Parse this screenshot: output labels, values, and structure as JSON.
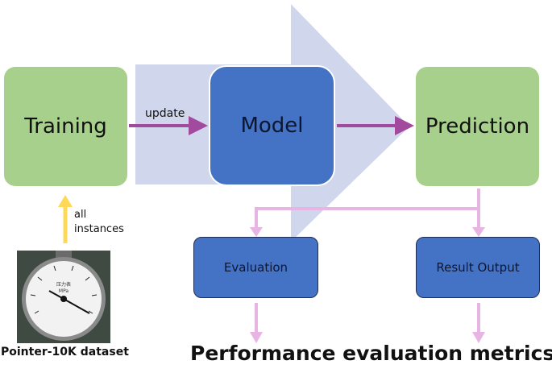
{
  "nodes": {
    "training": "Training",
    "model": "Model",
    "prediction": "Prediction",
    "evaluation": "Evaluation",
    "result_output": "Result Output"
  },
  "edges": {
    "update": "update",
    "all_instances_1": "all",
    "all_instances_2": "instances"
  },
  "dataset_label": "Pointer-10K dataset",
  "metrics_label": "Performance evaluation metrics",
  "gauge": {
    "unit_top": "压力表",
    "unit": "MPa"
  },
  "colors": {
    "green_box": "#a8d08d",
    "blue_box": "#4472c4",
    "big_arrow": "#d0d6ec",
    "purple_arrow": "#a24a9e",
    "pink_arrow": "#e7b4e3",
    "yellow_arrow": "#ffd857"
  }
}
